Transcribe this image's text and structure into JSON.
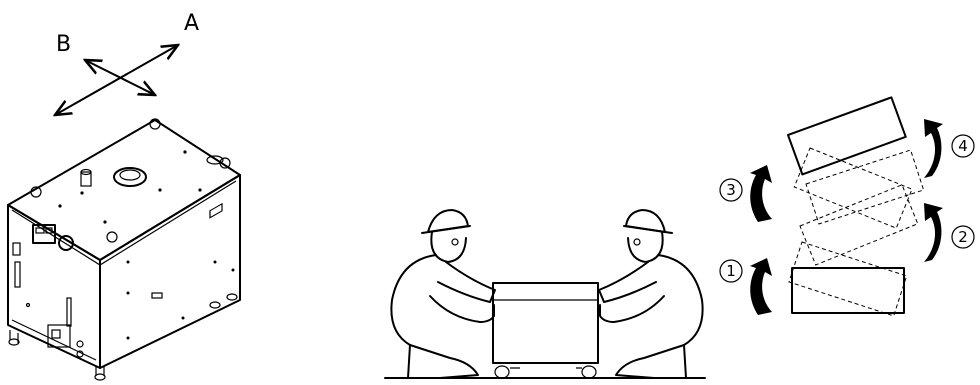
{
  "direction_labels": {
    "a": "A",
    "b": "B"
  },
  "step_numbers": [
    "1",
    "2",
    "3",
    "4"
  ]
}
